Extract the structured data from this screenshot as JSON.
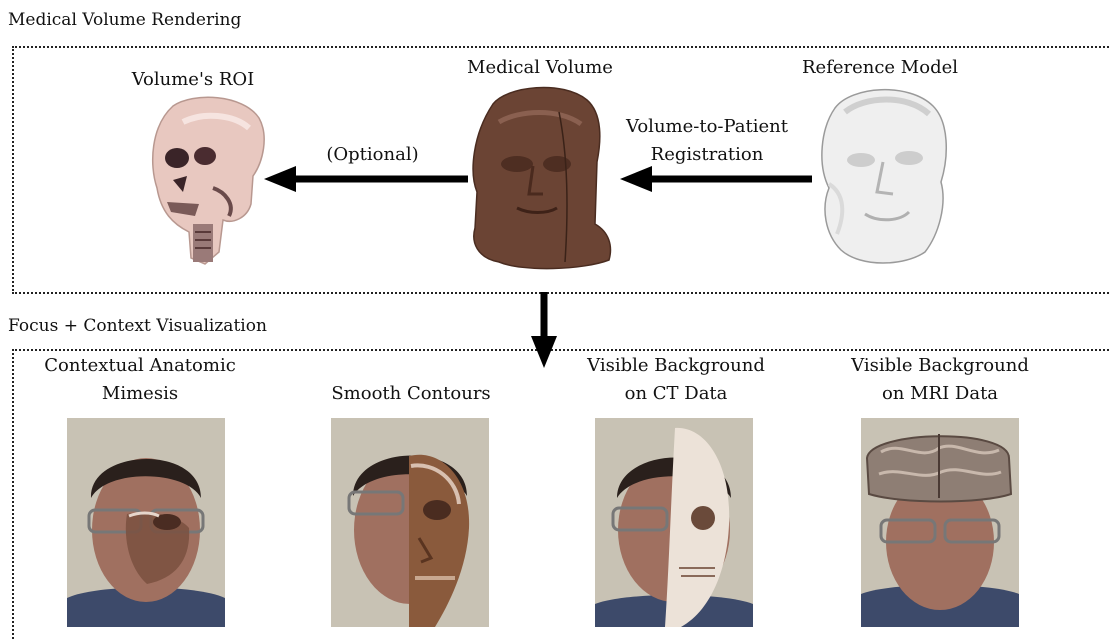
{
  "sections": {
    "rendering_title": "Medical Volume Rendering",
    "visualization_title": "Focus + Context Visualization"
  },
  "rendering": {
    "roi_label": "Volume's ROI",
    "volume_label": "Medical Volume",
    "reference_label": "Reference Model",
    "optional_label": "(Optional)",
    "registration_line1": "Volume-to-Patient",
    "registration_line2": "Registration"
  },
  "visualizations": [
    {
      "line1": "Contextual Anatomic",
      "line2": "Mimesis"
    },
    {
      "line1": "",
      "line2": "Smooth Contours"
    },
    {
      "line1": "Visible Background",
      "line2": "on CT Data"
    },
    {
      "line1": "Visible Background",
      "line2": "on MRI Data"
    }
  ],
  "colors": {
    "skull": "#e8c8c0",
    "volume": "#6b4434",
    "face_model": "#efefef",
    "skin": "#a07060",
    "hair": "#2a201c",
    "shirt": "#3d4a6a",
    "background_wall": "#c8c2b4"
  }
}
